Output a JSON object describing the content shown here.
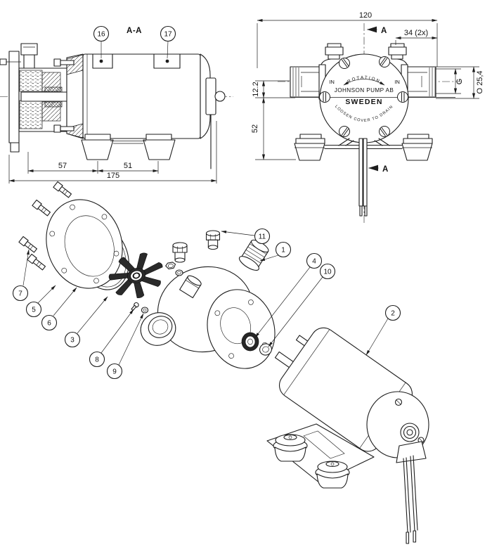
{
  "colors": {
    "background": "#ffffff",
    "line": "#1d1d1d"
  },
  "section_view": {
    "title": "A-A",
    "callout_16": "16",
    "callout_17": "17",
    "dim_pump_length": "57",
    "dim_foot_spacing": "51",
    "dim_overall_length": "175"
  },
  "front_view": {
    "dim_width": "120",
    "dim_port_offset": "34 (2x)",
    "dim_inlet_center": "12.2",
    "dim_foot_height": "52",
    "dim_thread": "G",
    "dim_port_diameter": "O 25,4",
    "section_marker": "A",
    "face": {
      "rotation": "ROTATION",
      "in_left": "IN",
      "in_right": "IN",
      "maker": "JOHNSON PUMP AB",
      "country": "SWEDEN",
      "drain_note": "LOOSEN COVER TO DRAIN"
    }
  },
  "exploded_view": {
    "callouts": [
      "1",
      "2",
      "3",
      "4",
      "5",
      "6",
      "7",
      "8",
      "9",
      "10",
      "11"
    ]
  }
}
